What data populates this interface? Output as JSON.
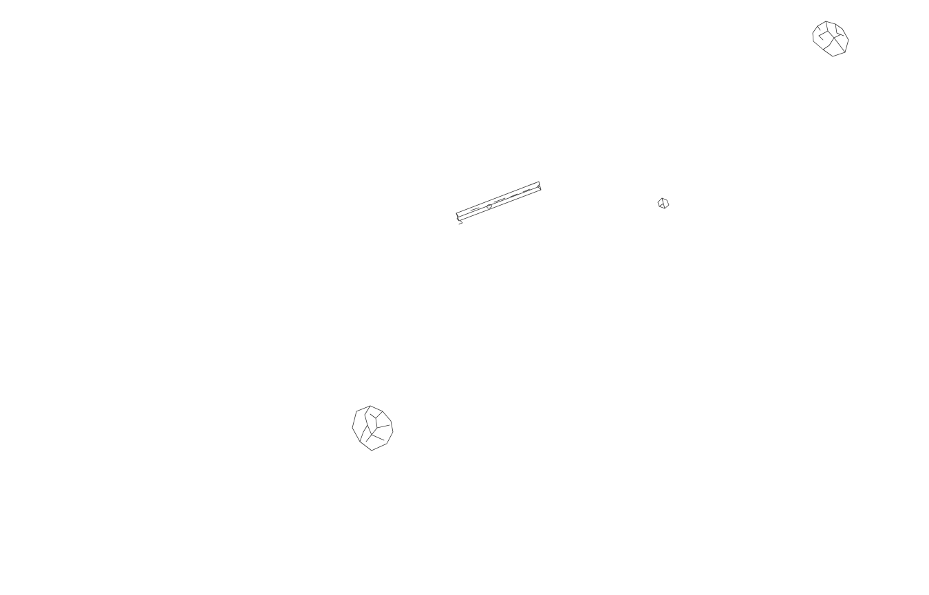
{
  "canvas": {
    "background_color": "#ffffff",
    "stroke_color": "#333333"
  },
  "objects": [
    {
      "name": "rock-large-top-right",
      "icon": "rock-icon"
    },
    {
      "name": "plank-center",
      "icon": "wooden-plank-icon"
    },
    {
      "name": "pebble-small",
      "icon": "pebble-icon"
    },
    {
      "name": "rock-bottom-left",
      "icon": "rock-icon"
    }
  ]
}
